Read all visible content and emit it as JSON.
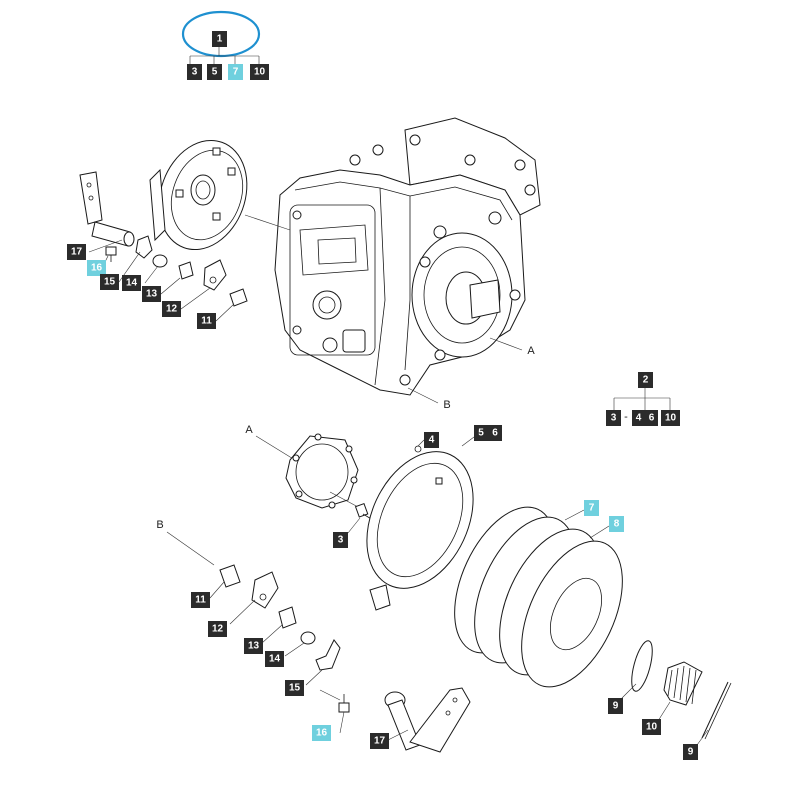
{
  "colors": {
    "callout_bg": "#2b2b2b",
    "callout_text": "#ffffff",
    "callout_highlight_bg": "#6fd0de",
    "callout_highlight_text": "#ffffff",
    "selection_ring": "#1e90d0",
    "line": "#1a1a1a"
  },
  "tree_1": {
    "root": "1",
    "children": [
      "3",
      "5",
      "7",
      "10"
    ]
  },
  "tree_2": {
    "root": "2",
    "children": [
      "3",
      "4",
      "6",
      "10"
    ],
    "range_mark": "-"
  },
  "group_5_6": [
    "5",
    "6"
  ],
  "callouts": [
    {
      "id": "17",
      "highlight": false
    },
    {
      "id": "16",
      "highlight": true
    },
    {
      "id": "15",
      "highlight": false
    },
    {
      "id": "14",
      "highlight": false
    },
    {
      "id": "13",
      "highlight": false
    },
    {
      "id": "12",
      "highlight": false
    },
    {
      "id": "11",
      "highlight": false
    },
    {
      "id": "4",
      "highlight": false
    },
    {
      "id": "3",
      "highlight": false
    },
    {
      "id": "7",
      "highlight": true
    },
    {
      "id": "8",
      "highlight": true
    },
    {
      "id": "11",
      "highlight": false
    },
    {
      "id": "12",
      "highlight": false
    },
    {
      "id": "13",
      "highlight": false
    },
    {
      "id": "14",
      "highlight": false
    },
    {
      "id": "15",
      "highlight": false
    },
    {
      "id": "16",
      "highlight": true
    },
    {
      "id": "17",
      "highlight": false
    },
    {
      "id": "9",
      "highlight": false
    },
    {
      "id": "10",
      "highlight": false
    },
    {
      "id": "9",
      "highlight": false
    }
  ],
  "letters": [
    "A",
    "B",
    "A",
    "B"
  ]
}
